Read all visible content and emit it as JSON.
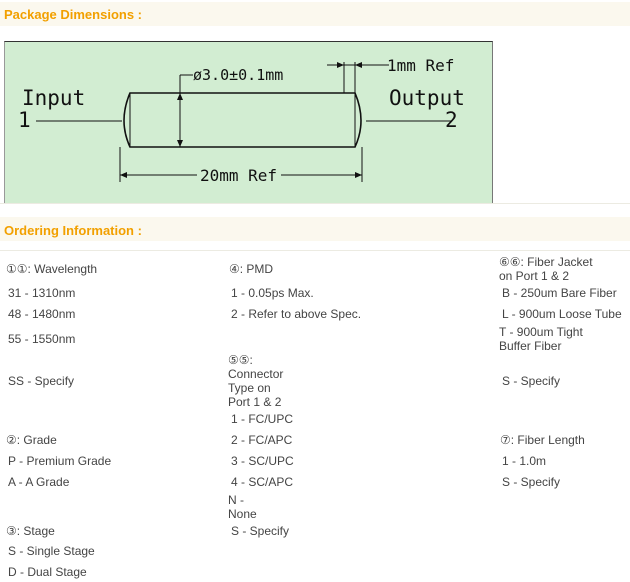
{
  "package": {
    "title": "Package Dimensions :",
    "diagram": {
      "input_label": "Input",
      "input_port": "1",
      "output_label": "Output",
      "output_port": "2",
      "diameter_label": "ø3.0±0.1mm",
      "tip_label": "1mm Ref",
      "length_label": "20mm Ref"
    }
  },
  "ordering": {
    "title": "Ordering Information :",
    "col1": {
      "wavelength_heading": "①①: Wavelength",
      "wavelength_options": [
        "31 - 1310nm",
        "48 - 1480nm",
        "55 - 1550nm",
        "SS - Specify"
      ],
      "grade_heading": "②: Grade",
      "grade_options": [
        "P - Premium Grade",
        "A - A Grade"
      ],
      "stage_heading": "③: Stage",
      "stage_options": [
        "S - Single Stage",
        "D - Dual Stage"
      ]
    },
    "col2": {
      "pmd_heading": "④: PMD",
      "pmd_options": [
        "1 - 0.05ps Max.",
        "2 - Refer to above Spec."
      ],
      "connector_heading": "⑤⑤: Connector Type on Port 1 & 2",
      "connector_options": [
        "1 - FC/UPC",
        "2 - FC/APC",
        "3 - SC/UPC",
        "4 - SC/APC",
        "N - None",
        "S - Specify"
      ]
    },
    "col3": {
      "jacket_heading": "⑥⑥: Fiber Jacket on Port 1 & 2",
      "jacket_options": [
        "B - 250um Bare Fiber",
        "L - 900um Loose Tube",
        "T - 900um Tight Buffer Fiber",
        "S - Specify"
      ],
      "length_heading": "⑦: Fiber Length",
      "length_options": [
        "1 - 1.0m",
        "S - Specify"
      ]
    }
  }
}
